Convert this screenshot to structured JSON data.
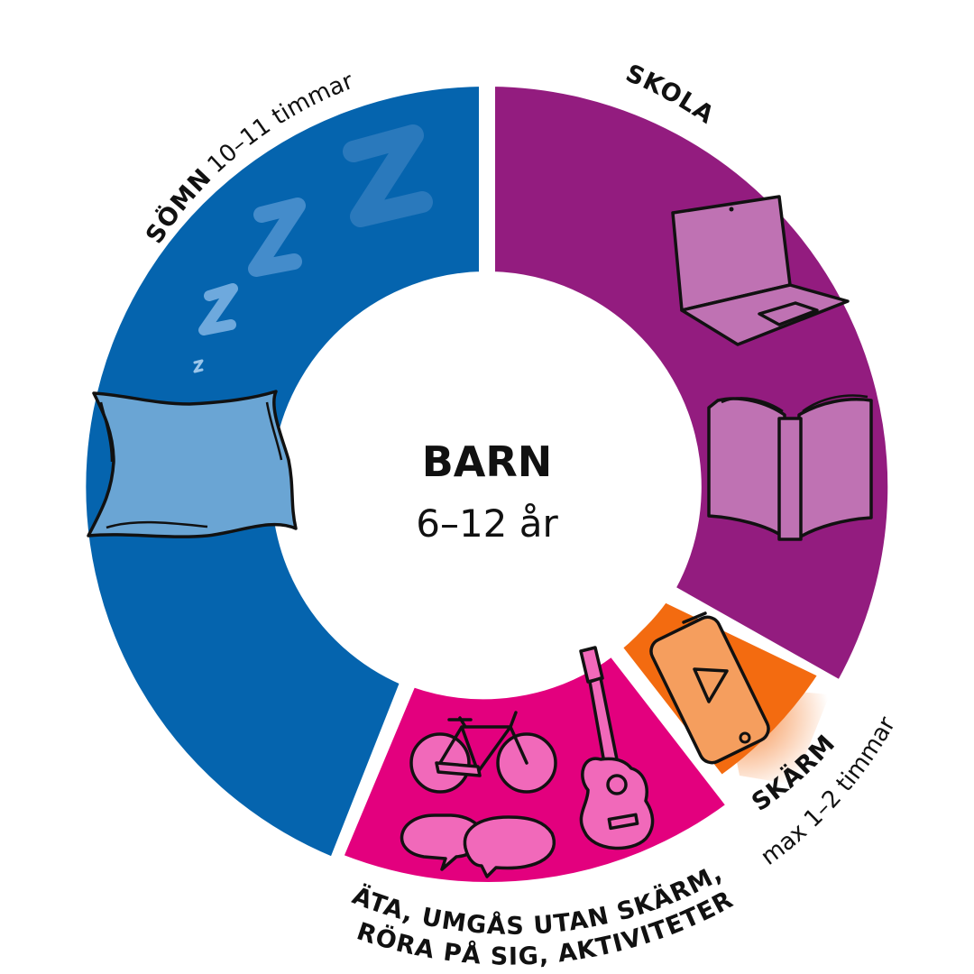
{
  "center": {
    "title": "BARN",
    "subtitle": "6–12 år"
  },
  "segments": [
    {
      "id": "somn",
      "label": "SÖMN",
      "note": "10–11 timmar",
      "color": "#0564AE"
    },
    {
      "id": "skola",
      "label": "SKOLA",
      "note": "",
      "color": "#931C7F"
    },
    {
      "id": "skarm",
      "label": "SKÄRM",
      "note": "max 1–2 timmar",
      "color": "#F36B10"
    },
    {
      "id": "ovrigt",
      "label_line1": "ÄTA, UMGÅS UTAN SKÄRM,",
      "label_line2": "RÖRA PÅ SIG, AKTIVITETER",
      "color": "#E3007E"
    }
  ],
  "icons": [
    "zzz-icon",
    "pillow-icon",
    "laptop-icon",
    "book-icon",
    "phone-play-icon",
    "bicycle-icon",
    "guitar-icon",
    "speech-bubbles-icon"
  ]
}
